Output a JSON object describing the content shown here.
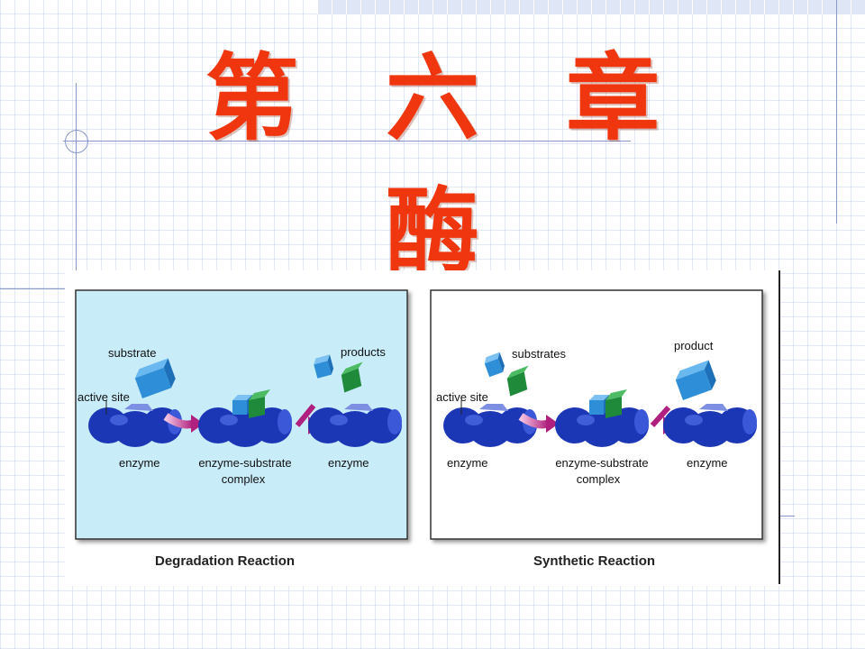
{
  "title": {
    "line1": "第 六 章",
    "line2": "酶"
  },
  "colors": {
    "title": "#f0360e",
    "degradation_bg": "#c9ecf9",
    "enzyme": "#1c37b6",
    "substrate_blue": "#2e8fd8",
    "substrate_green": "#1e8a3a",
    "arrow": "#b0207e"
  },
  "panels": [
    {
      "caption": "Degradation Reaction",
      "labels": {
        "substrate": "substrate",
        "active_site": "active site",
        "products": "products",
        "enzyme_left": "enzyme",
        "complex_line1": "enzyme-substrate",
        "complex_line2": "complex",
        "enzyme_right": "enzyme"
      }
    },
    {
      "caption": "Synthetic Reaction",
      "labels": {
        "substrates": "substrates",
        "active_site": "active site",
        "product": "product",
        "enzyme_left": "enzyme",
        "complex_line1": "enzyme-substrate",
        "complex_line2": "complex",
        "enzyme_right": "enzyme"
      }
    }
  ]
}
